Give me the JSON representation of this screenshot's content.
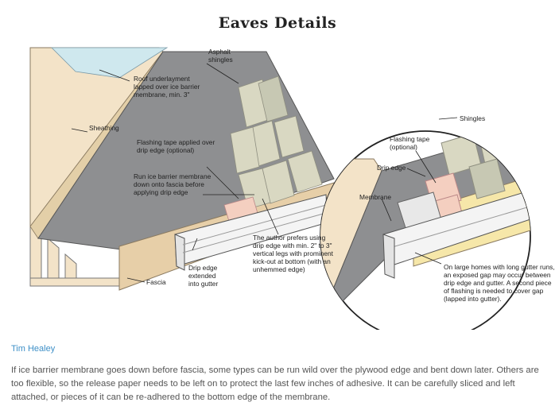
{
  "title": "Eaves Details",
  "credit": "Tim Healey",
  "caption": "If ice barrier membrane goes down before fascia, some types can be run wild over the plywood edge and bent down later. Others are too flexible, so the release paper needs to be left on to protect the last few inches of adhesive. It can be carefully sliced and left attached, or pieces of it can be re-adhered to the bottom edge of the membrane.",
  "labels": {
    "asphalt_shingles": [
      "Asphalt",
      "shingles"
    ],
    "roof_underlayment": [
      "Roof underlayment",
      "lapped over ice barrier",
      "membrane, min. 3\""
    ],
    "sheathing": [
      "Sheathing"
    ],
    "flashing_tape_main": [
      "Flashing tape applied over",
      "drip edge (optional)"
    ],
    "run_ice_barrier": [
      "Run ice barrier membrane",
      "down onto fascia before",
      "applying drip edge"
    ],
    "drip_edge_extended": [
      "Drip edge",
      "extended",
      "into gutter"
    ],
    "fascia": [
      "Fascia"
    ],
    "author_prefers": [
      "The author prefers using",
      "drip edge with min. 2\" to 3\"",
      "vertical legs with prominent",
      "kick-out at bottom (with an",
      "unhemmed edge)"
    ],
    "shingles": [
      "Shingles"
    ],
    "flashing_tape_optional": [
      "Flashing tape",
      "(optional)"
    ],
    "drip_edge": [
      "Drip edge"
    ],
    "membrane": [
      "Membrane"
    ],
    "large_homes": [
      "On large homes with long gutter runs,",
      "an exposed gap may occur between",
      "drip edge and gutter. A second piece",
      "of flashing is needed to cover gap",
      "(lapped into gutter)."
    ]
  },
  "colors": {
    "membrane": "#8e8f91",
    "sheathing": "#f3e3c8",
    "fascia": "#e7cfa8",
    "shingle": "#d9d8c2",
    "flashing_tape": "#f4cfc0",
    "underlayment": "#cfe8ee",
    "link": "#3d8fc7"
  }
}
